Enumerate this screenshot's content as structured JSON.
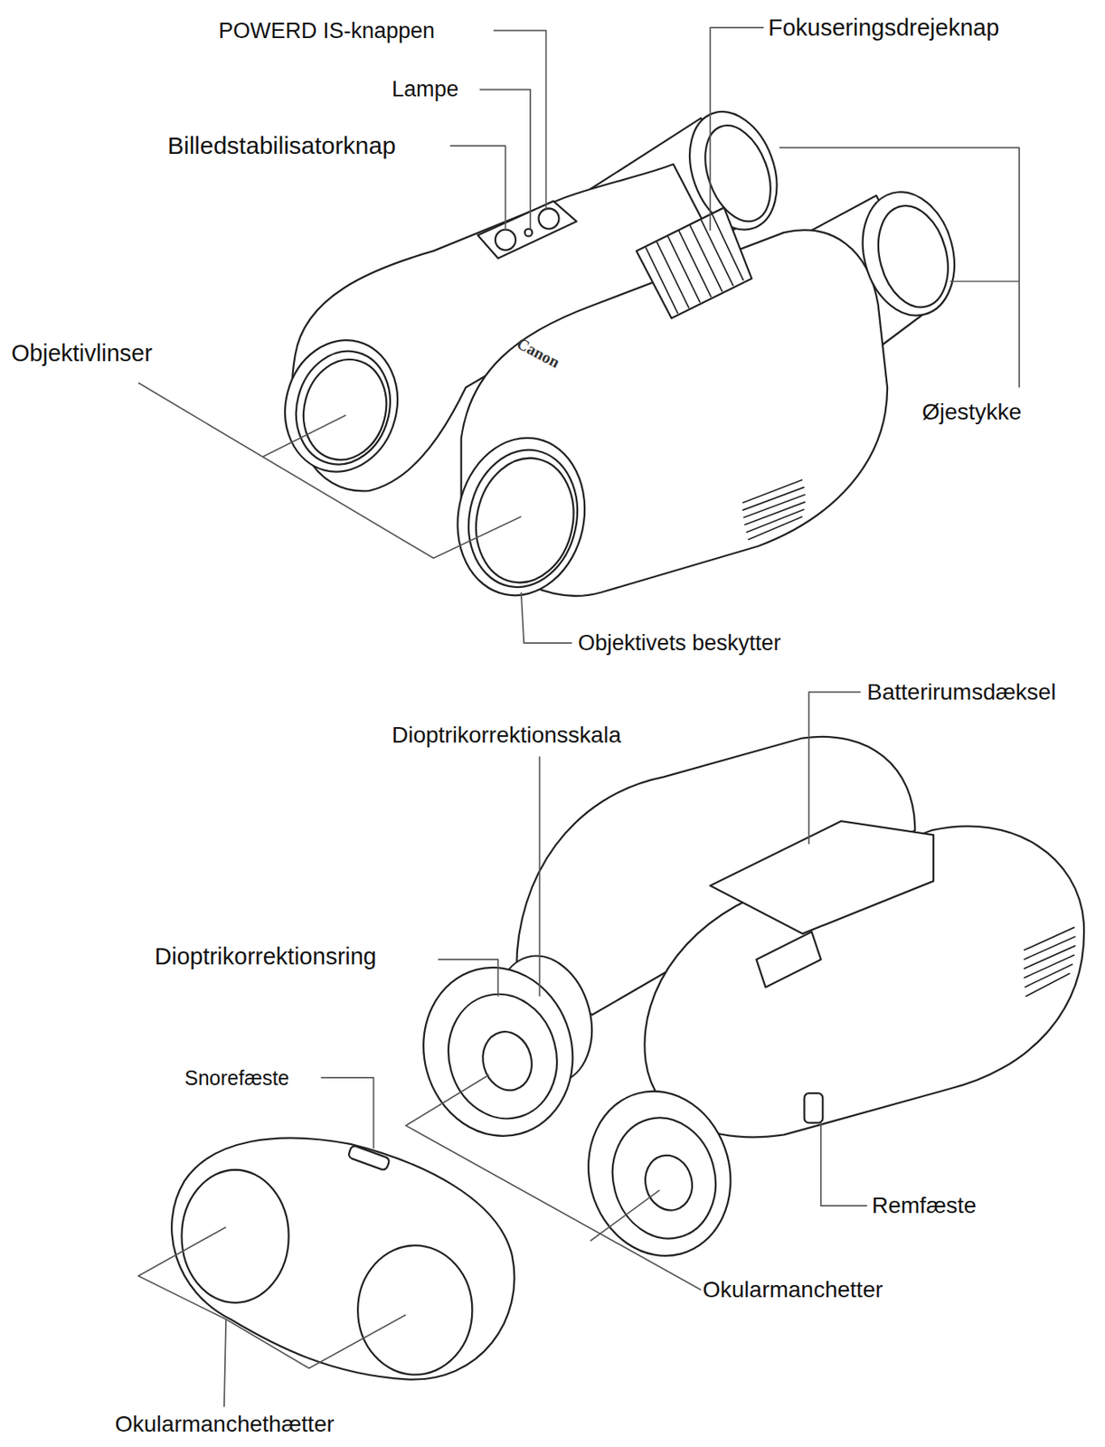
{
  "diagram": {
    "labels": [
      "POWERD IS-knappen",
      "Fokuseringsdrejeknap",
      "Lampe",
      "Billedstabilisatorknap",
      "Canon",
      "Objektivlinser",
      "Øjestykke",
      "Objektivets beskytter",
      "Batterirumsdæksel",
      "Dioptrikorrektionsskala",
      "Dioptrikorrektionsring",
      "Snorefæste",
      "Remfæste",
      "Okularmanchetter",
      "Okularmanchethætter"
    ]
  }
}
